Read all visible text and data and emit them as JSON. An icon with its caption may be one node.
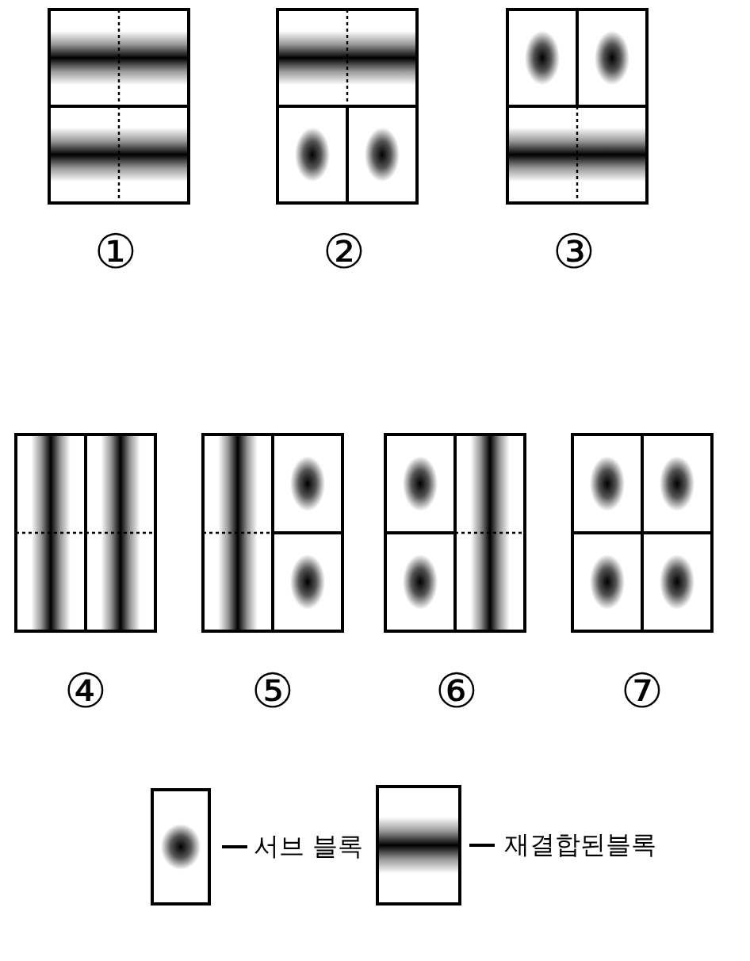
{
  "diagram": {
    "labels": [
      "①",
      "②",
      "③",
      "④",
      "⑤",
      "⑥",
      "⑦"
    ],
    "legend": [
      {
        "text": "서브 블록"
      },
      {
        "text": "재결합된블록"
      }
    ]
  }
}
